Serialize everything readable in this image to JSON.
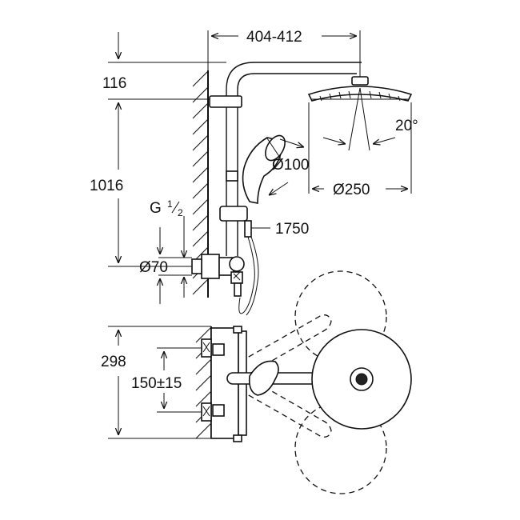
{
  "dimensions": {
    "width_span": "404-412",
    "top_offset": "116",
    "rail_height": "1016",
    "thread_label": "G",
    "thread_num": "1",
    "thread_den": "2",
    "pipe_diameter": "Ø70",
    "hand_shower_diameter": "Ø100",
    "head_shower_diameter": "Ø250",
    "tilt_angle": "20°",
    "hose_length": "1750",
    "body_height": "298",
    "inlet_spacing": "150±15"
  }
}
